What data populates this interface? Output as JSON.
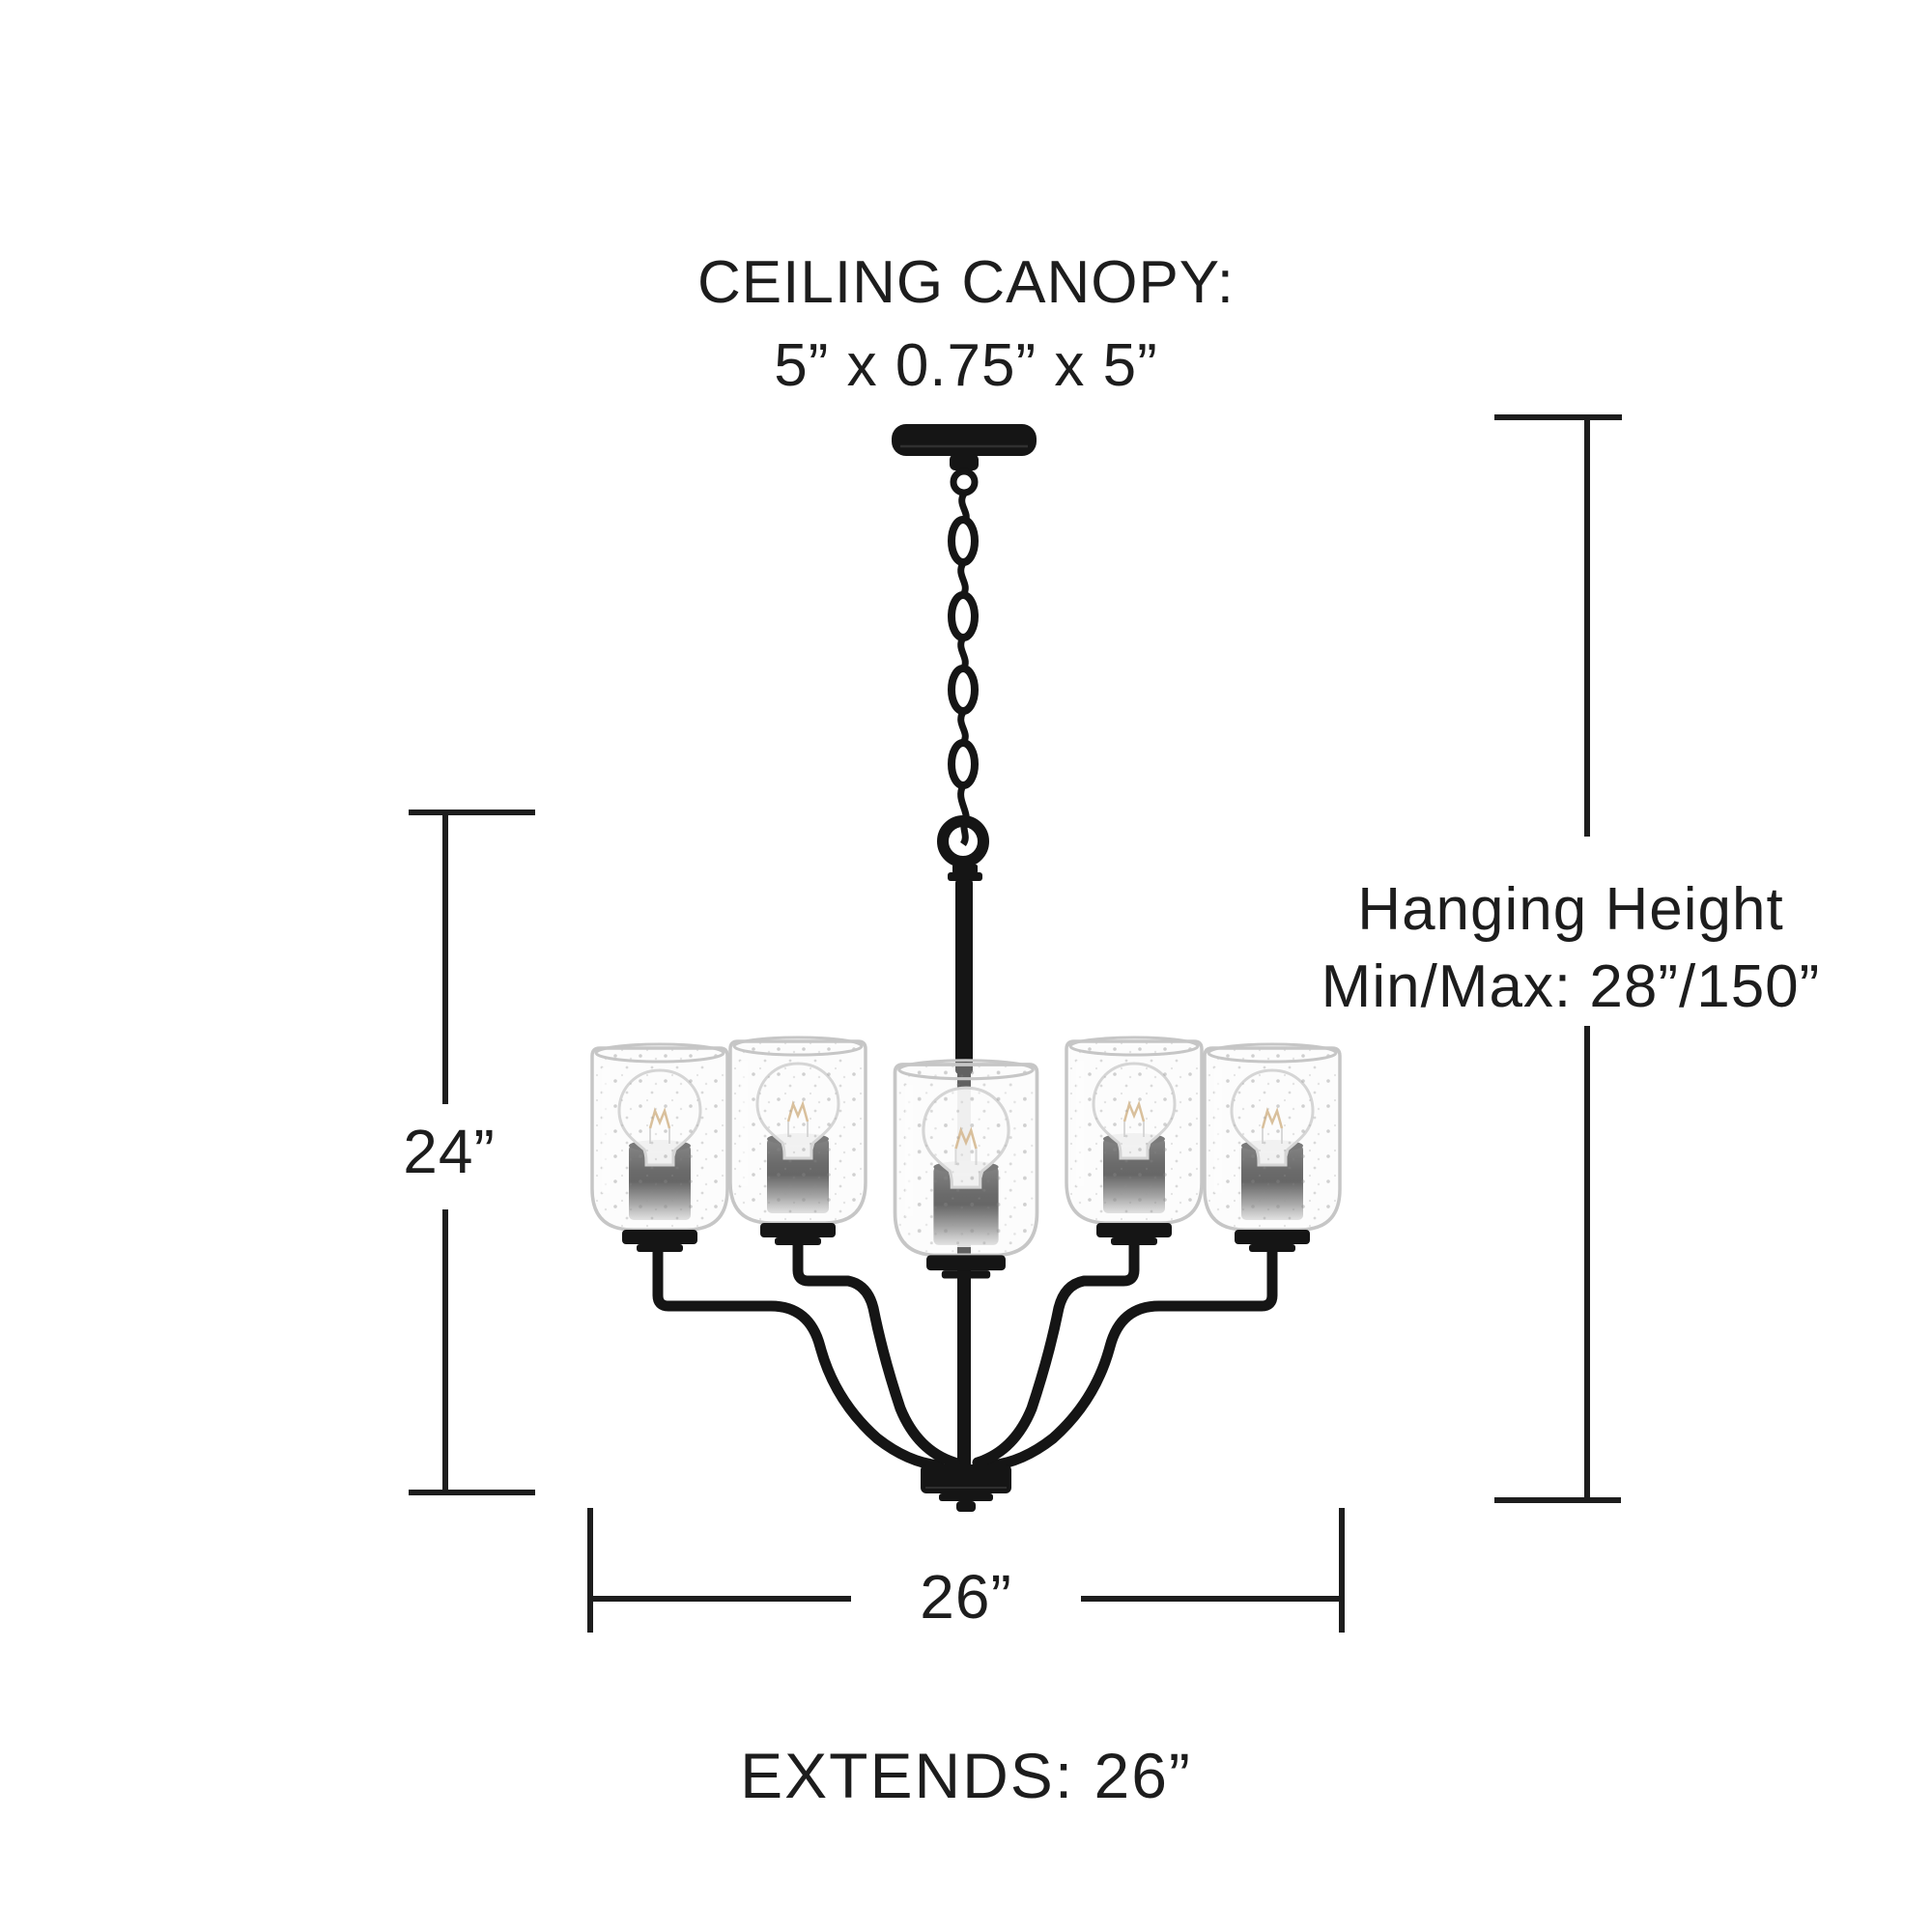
{
  "labels": {
    "canopy_line1": "CEILING CANOPY:",
    "canopy_line2": "5” x 0.75” x 5”",
    "hanging_line1": "Hanging Height",
    "hanging_line2": "Min/Max: 28”/150”",
    "fixture_height": "24”",
    "fixture_width": "26”",
    "extends": "EXTENDS: 26”"
  },
  "measurements": {
    "canopy_inches": [
      5,
      0.75,
      5
    ],
    "fixture_height_inches": 24,
    "fixture_width_inches": 26,
    "extends_inches": 26,
    "hanging_height_min_inches": 28,
    "hanging_height_max_inches": 150
  },
  "fixture": {
    "description": "5-light chandelier, black finish, clear seeded glass cylinder shades, chain suspension",
    "light_count": 5
  },
  "colors": {
    "ink": "#1d1d1d",
    "fixture": "#151515",
    "glass_outline": "#c6c6c6",
    "filament": "#c49a5e",
    "background": "#ffffff"
  }
}
